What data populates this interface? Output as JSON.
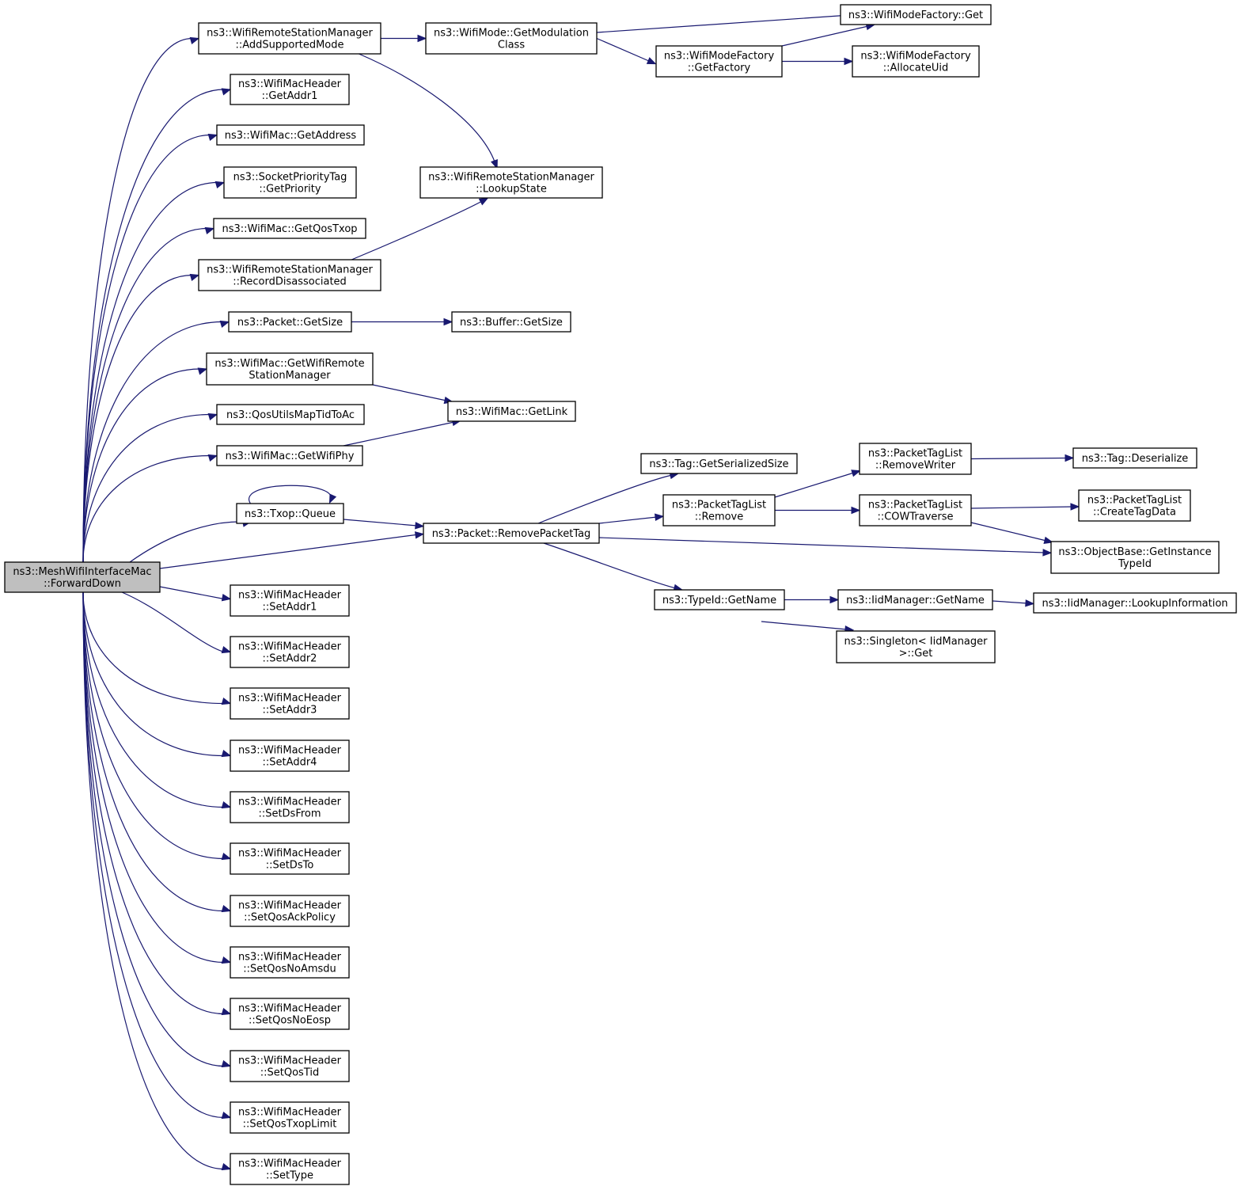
{
  "colors": {
    "edge": "#191970",
    "root_fill": "#bfbfbf",
    "node_fill": "#ffffff",
    "node_stroke": "#000000"
  },
  "nodes": {
    "root": [
      "ns3::MeshWifiInterfaceMac",
      "::ForwardDown"
    ],
    "addSupportedMode": [
      "ns3::WifiRemoteStationManager",
      "::AddSupportedMode"
    ],
    "getAddr1": [
      "ns3::WifiMacHeader",
      "::GetAddr1"
    ],
    "getAddress": [
      "ns3::WifiMac::GetAddress"
    ],
    "getPriority": [
      "ns3::SocketPriorityTag",
      "::GetPriority"
    ],
    "getQosTxop": [
      "ns3::WifiMac::GetQosTxop"
    ],
    "recordDisassociated": [
      "ns3::WifiRemoteStationManager",
      "::RecordDisassociated"
    ],
    "packetGetSize": [
      "ns3::Packet::GetSize"
    ],
    "getWifiRemoteStationManager": [
      "ns3::WifiMac::GetWifiRemote",
      "StationManager"
    ],
    "qosUtilsMapTidToAc": [
      "ns3::QosUtilsMapTidToAc"
    ],
    "getWifiPhy": [
      "ns3::WifiMac::GetWifiPhy"
    ],
    "txopQueue": [
      "ns3::Txop::Queue"
    ],
    "setAddr1": [
      "ns3::WifiMacHeader",
      "::SetAddr1"
    ],
    "setAddr2": [
      "ns3::WifiMacHeader",
      "::SetAddr2"
    ],
    "setAddr3": [
      "ns3::WifiMacHeader",
      "::SetAddr3"
    ],
    "setAddr4": [
      "ns3::WifiMacHeader",
      "::SetAddr4"
    ],
    "setDsFrom": [
      "ns3::WifiMacHeader",
      "::SetDsFrom"
    ],
    "setDsTo": [
      "ns3::WifiMacHeader",
      "::SetDsTo"
    ],
    "setQosAckPolicy": [
      "ns3::WifiMacHeader",
      "::SetQosAckPolicy"
    ],
    "setQosNoAmsdu": [
      "ns3::WifiMacHeader",
      "::SetQosNoAmsdu"
    ],
    "setQosNoEosp": [
      "ns3::WifiMacHeader",
      "::SetQosNoEosp"
    ],
    "setQosTid": [
      "ns3::WifiMacHeader",
      "::SetQosTid"
    ],
    "setQosTxopLimit": [
      "ns3::WifiMacHeader",
      "::SetQosTxopLimit"
    ],
    "setType": [
      "ns3::WifiMacHeader",
      "::SetType"
    ],
    "getModulationClass": [
      "ns3::WifiMode::GetModulation",
      "Class"
    ],
    "lookupState": [
      "ns3::WifiRemoteStationManager",
      "::LookupState"
    ],
    "bufferGetSize": [
      "ns3::Buffer::GetSize"
    ],
    "getLink": [
      "ns3::WifiMac::GetLink"
    ],
    "removePacketTag": [
      "ns3::Packet::RemovePacketTag"
    ],
    "wifiModeFactoryGet": [
      "ns3::WifiModeFactory::Get"
    ],
    "getFactory": [
      "ns3::WifiModeFactory",
      "::GetFactory"
    ],
    "allocateUid": [
      "ns3::WifiModeFactory",
      "::AllocateUid"
    ],
    "tagGetSerializedSize": [
      "ns3::Tag::GetSerializedSize"
    ],
    "packetTagListRemove": [
      "ns3::PacketTagList",
      "::Remove"
    ],
    "typeIdGetName": [
      "ns3::TypeId::GetName"
    ],
    "removeWriter": [
      "ns3::PacketTagList",
      "::RemoveWriter"
    ],
    "cowTraverse": [
      "ns3::PacketTagList",
      "::COWTraverse"
    ],
    "tagDeserialize": [
      "ns3::Tag::Deserialize"
    ],
    "createTagData": [
      "ns3::PacketTagList",
      "::CreateTagData"
    ],
    "getInstanceTypeId": [
      "ns3::ObjectBase::GetInstance",
      "TypeId"
    ],
    "iidGetName": [
      "ns3::IidManager::GetName"
    ],
    "singletonGet": [
      "ns3::Singleton< IidManager",
      ">::Get"
    ],
    "lookupInformation": [
      "ns3::IidManager::LookupInformation"
    ]
  },
  "edges": [
    [
      "root",
      "addSupportedMode"
    ],
    [
      "root",
      "getAddr1"
    ],
    [
      "root",
      "getAddress"
    ],
    [
      "root",
      "getPriority"
    ],
    [
      "root",
      "getQosTxop"
    ],
    [
      "root",
      "recordDisassociated"
    ],
    [
      "root",
      "packetGetSize"
    ],
    [
      "root",
      "getWifiRemoteStationManager"
    ],
    [
      "root",
      "qosUtilsMapTidToAc"
    ],
    [
      "root",
      "getWifiPhy"
    ],
    [
      "root",
      "txopQueue"
    ],
    [
      "root",
      "removePacketTag"
    ],
    [
      "root",
      "setAddr1"
    ],
    [
      "root",
      "setAddr2"
    ],
    [
      "root",
      "setAddr3"
    ],
    [
      "root",
      "setAddr4"
    ],
    [
      "root",
      "setDsFrom"
    ],
    [
      "root",
      "setDsTo"
    ],
    [
      "root",
      "setQosAckPolicy"
    ],
    [
      "root",
      "setQosNoAmsdu"
    ],
    [
      "root",
      "setQosNoEosp"
    ],
    [
      "root",
      "setQosTid"
    ],
    [
      "root",
      "setQosTxopLimit"
    ],
    [
      "root",
      "setType"
    ],
    [
      "addSupportedMode",
      "getModulationClass"
    ],
    [
      "addSupportedMode",
      "lookupState"
    ],
    [
      "getModulationClass",
      "wifiModeFactoryGet"
    ],
    [
      "getModulationClass",
      "getFactory"
    ],
    [
      "getFactory",
      "wifiModeFactoryGet"
    ],
    [
      "getFactory",
      "allocateUid"
    ],
    [
      "recordDisassociated",
      "lookupState"
    ],
    [
      "packetGetSize",
      "bufferGetSize"
    ],
    [
      "getWifiRemoteStationManager",
      "getLink"
    ],
    [
      "getWifiPhy",
      "getLink"
    ],
    [
      "txopQueue",
      "txopQueue"
    ],
    [
      "txopQueue",
      "removePacketTag"
    ],
    [
      "removePacketTag",
      "tagGetSerializedSize"
    ],
    [
      "removePacketTag",
      "packetTagListRemove"
    ],
    [
      "removePacketTag",
      "getInstanceTypeId"
    ],
    [
      "removePacketTag",
      "typeIdGetName"
    ],
    [
      "packetTagListRemove",
      "removeWriter"
    ],
    [
      "packetTagListRemove",
      "cowTraverse"
    ],
    [
      "removeWriter",
      "tagDeserialize"
    ],
    [
      "cowTraverse",
      "createTagData"
    ],
    [
      "cowTraverse",
      "getInstanceTypeId"
    ],
    [
      "typeIdGetName",
      "iidGetName"
    ],
    [
      "typeIdGetName",
      "singletonGet"
    ],
    [
      "iidGetName",
      "lookupInformation"
    ]
  ]
}
